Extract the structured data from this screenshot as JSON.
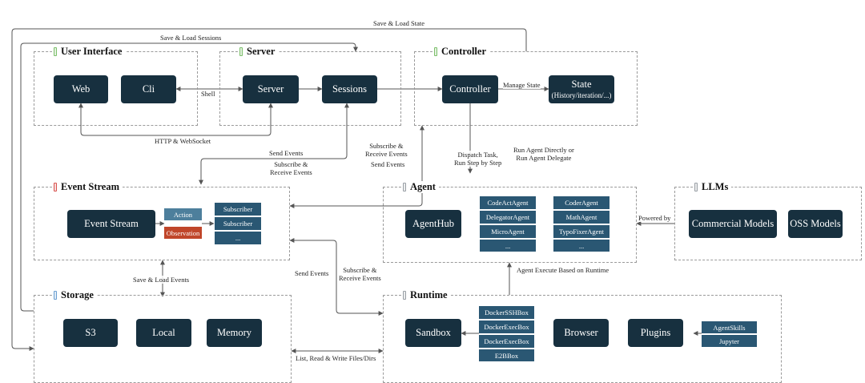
{
  "colors": {
    "node_dark": "#17303f",
    "cell_blue": "#2a5773",
    "action_tag": "#4d7f9c",
    "observation_tag": "#c0462a",
    "line": "#555555",
    "group_border": "#9a9a9a"
  },
  "groups": {
    "ui": {
      "title": "User Interface",
      "marker_color": "#7cbf6b"
    },
    "server": {
      "title": "Server",
      "marker_color": "#7cbf6b"
    },
    "controller": {
      "title": "Controller",
      "marker_color": "#7cbf6b"
    },
    "event_stream": {
      "title": "Event Stream",
      "marker_color": "#d9534f"
    },
    "agent": {
      "title": "Agent",
      "marker_color": "#9aa0a6"
    },
    "llms": {
      "title": "LLMs",
      "marker_color": "#9aa0a6"
    },
    "storage": {
      "title": "Storage",
      "marker_color": "#6b9fd1"
    },
    "runtime": {
      "title": "Runtime",
      "marker_color": "#9aa0a6"
    }
  },
  "nodes": {
    "web": "Web",
    "cli": "Cli",
    "server": "Server",
    "sessions": "Sessions",
    "controller": "Controller",
    "state": "State",
    "state_sub": "(History/iteration/...)",
    "event_stream": "Event Stream",
    "agent_hub": "AgentHub",
    "commercial_models": "Commercial Models",
    "oss_models": "OSS Models",
    "s3": "S3",
    "local": "Local",
    "memory": "Memory",
    "sandbox": "Sandbox",
    "browser": "Browser",
    "plugins": "Plugins"
  },
  "event_tags": {
    "action": "Action",
    "observation": "Observation"
  },
  "subscribers": [
    "Subscriber",
    "Subscriber",
    "..."
  ],
  "agents_col1": [
    "CodeActAgent",
    "DelegatorAgent",
    "MicroAgent",
    "..."
  ],
  "agents_col2": [
    "CoderAgent",
    "MathAgent",
    "TypoFixerAgent",
    "..."
  ],
  "sandbox_boxes": [
    "DockerSSHBox",
    "DockerExecBox",
    "DockerExecBox",
    "E2BBox"
  ],
  "plugin_items": [
    "AgentSkills",
    "Jupyter"
  ],
  "edge_labels": {
    "save_load_state": "Save & Load State",
    "save_load_sessions": "Save & Load Sessions",
    "shell": "Shell",
    "http_websocket": "HTTP & WebSocket",
    "manage_state": "Manage State",
    "send_events_1": "Send Events",
    "subscribe_receive_1": "Subscribe &\nReceive Events",
    "subscribe_receive_2": "Subscribe &\nReceive Events",
    "send_events_2": "Send Events",
    "dispatch_task": "Dispatch Task,\nRun Step by Step",
    "run_agent": "Run Agent Directly or\nRun Agent Delegate",
    "powered_by": "Powered by",
    "save_load_events": "Save & Load Events",
    "send_events_3": "Send Events",
    "subscribe_receive_3": "Subscribe &\nReceive Events",
    "agent_execute": "Agent Execute Based on Runtime",
    "list_read_write": "List, Read & Write Files/Dirs"
  }
}
